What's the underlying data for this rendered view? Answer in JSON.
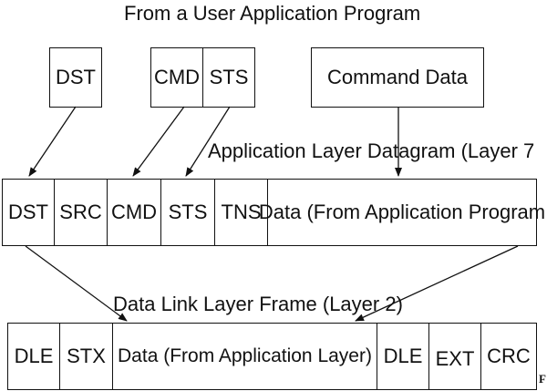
{
  "diagram": {
    "title": "From a User Application Program",
    "top_boxes": {
      "dst": "DST",
      "cmd": "CMD",
      "sts": "STS",
      "command_data": "Command Data"
    },
    "layer7": {
      "label": "Application Layer Datagram (Layer 7",
      "cells": [
        "DST",
        "SRC",
        "CMD",
        "STS",
        "TNS",
        "Data (From Application Program"
      ]
    },
    "layer2": {
      "label": "Data Link Layer Frame (Layer 2)",
      "cells": [
        "DLE",
        "STX",
        "Data (From Application Layer)",
        "DLE",
        "EXT",
        "CRC"
      ]
    },
    "corner_mark": "F"
  }
}
